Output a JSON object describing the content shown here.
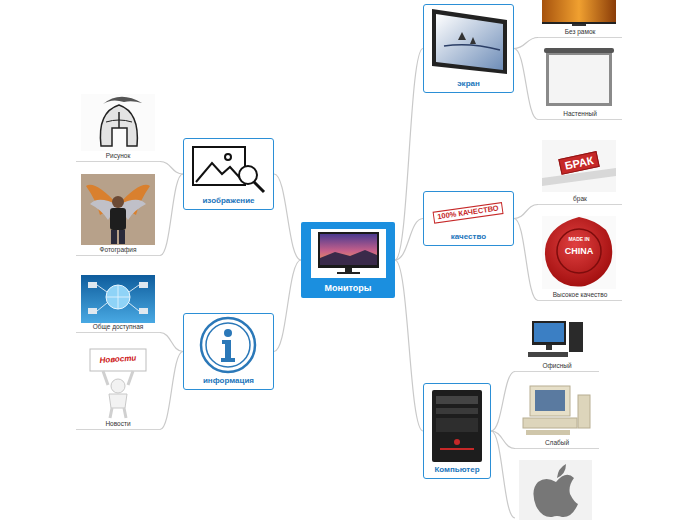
{
  "diagram": {
    "nodes": [
      {
        "text": [
          "Мониторы"
        ]
      },
      {
        "text": [
          "изображение"
        ]
      },
      {
        "text": [
          "Рисунок"
        ]
      },
      {
        "text": [
          "Фотография"
        ]
      },
      {
        "text": [
          "информация"
        ]
      },
      {
        "text": [
          "Обще доступная"
        ]
      },
      {
        "text": [
          "Новости"
        ]
      },
      {
        "text": [
          "экран"
        ]
      },
      {
        "text": [
          "Без рамок"
        ]
      },
      {
        "text": [
          "Настенный"
        ]
      },
      {
        "text": [
          "качество"
        ]
      },
      {
        "text": [
          "брак"
        ]
      },
      {
        "text": [
          "Высокое качество"
        ]
      },
      {
        "text": [
          "Компьютер"
        ]
      },
      {
        "text": [
          "Офисный"
        ]
      },
      {
        "text": [
          "Слабый"
        ]
      }
    ],
    "edges": [
      {
        "from": 0,
        "to": 1,
        "arrow": "none"
      },
      {
        "from": 1,
        "to": 2,
        "arrow": "none"
      },
      {
        "from": 1,
        "to": 3,
        "arrow": "none"
      },
      {
        "from": 0,
        "to": 4,
        "arrow": "none"
      },
      {
        "from": 4,
        "to": 5,
        "arrow": "none"
      },
      {
        "from": 4,
        "to": 6,
        "arrow": "none"
      },
      {
        "from": 0,
        "to": 7,
        "arrow": "none"
      },
      {
        "from": 7,
        "to": 8,
        "arrow": "none"
      },
      {
        "from": 7,
        "to": 9,
        "arrow": "none"
      },
      {
        "from": 0,
        "to": 10,
        "arrow": "none"
      },
      {
        "from": 10,
        "to": 11,
        "arrow": "none"
      },
      {
        "from": 10,
        "to": 12,
        "arrow": "none"
      },
      {
        "from": 0,
        "to": 13,
        "arrow": "none"
      },
      {
        "from": 13,
        "to": 14,
        "arrow": "none"
      },
      {
        "from": 13,
        "to": 15,
        "arrow": "none"
      }
    ],
    "labels": [
      "100% КАЧЕСТВО",
      "БРАК",
      "Новости",
      "MADE IN",
      "CHINA"
    ]
  }
}
